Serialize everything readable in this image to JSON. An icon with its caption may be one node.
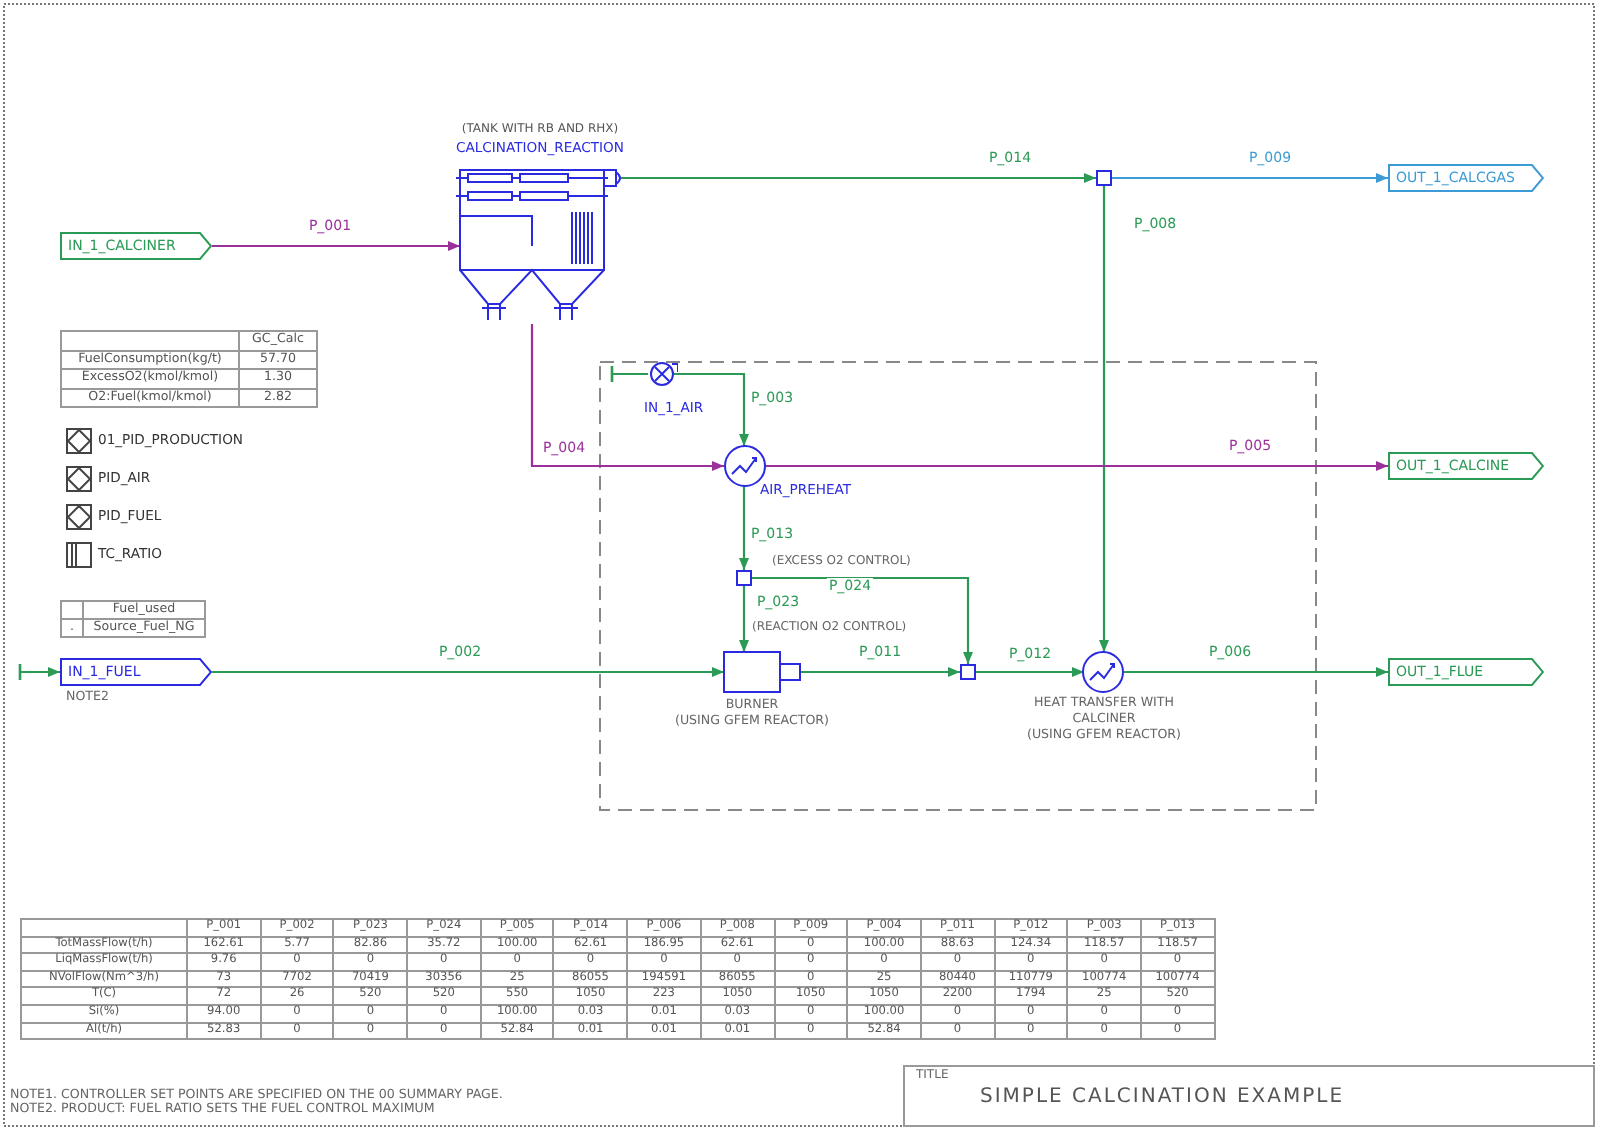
{
  "diagram": {
    "title": "SIMPLE CALCINATION EXAMPLE",
    "nodes": [
      {
        "text": [
          "IN_1_CALCINER"
        ]
      },
      {
        "text": [
          "(TANK WITH RB AND RHX)",
          "CALCINATION_REACTION"
        ]
      },
      {
        "text": [
          "IN_1_AIR"
        ]
      },
      {
        "text": [
          "AIR_PREHEAT"
        ]
      },
      {
        "text": [
          "OUT_1_CALCINE"
        ]
      },
      {
        "text": [
          "OUT_1_CALCGAS"
        ]
      },
      {
        "text": [],
        "shape": "box"
      },
      {
        "text": [
          "IN_1_FUEL"
        ],
        "beside": [
          "NOTE2"
        ]
      },
      {
        "text": [],
        "shape": "box"
      },
      {
        "text": [
          "BURNER",
          "(USING GFEM REACTOR)"
        ]
      },
      {
        "text": [],
        "shape": "box"
      },
      {
        "text": [
          "HEAT TRANSFER WITH CALCINER",
          "(USING GFEM REACTOR)"
        ]
      },
      {
        "text": [
          "OUT_1_FLUE"
        ]
      }
    ],
    "edges": [
      {
        "from": 0,
        "to": 1,
        "arrow": "to",
        "label": "P_001",
        "color": "#9b309b"
      },
      {
        "from": 1,
        "to": 6,
        "arrow": "to",
        "label": "P_014"
      },
      {
        "from": 6,
        "to": 5,
        "arrow": "to",
        "label": "P_009",
        "color": "#3c9bd6"
      },
      {
        "from": 6,
        "to": 11,
        "arrow": "to",
        "label": "P_008"
      },
      {
        "from": 1,
        "to": 3,
        "arrow": "to",
        "label": "P_004",
        "color": "#9b309b"
      },
      {
        "from": 3,
        "to": 4,
        "arrow": "to",
        "label": "P_005",
        "color": "#9b309b"
      },
      {
        "from": 2,
        "to": 3,
        "arrow": "to",
        "label": "P_003"
      },
      {
        "from": 3,
        "to": 8,
        "arrow": "to",
        "label": "P_013"
      },
      {
        "from": 8,
        "to": 10,
        "arrow": "to",
        "label": "P_024"
      },
      {
        "from": 8,
        "to": 9,
        "arrow": "to",
        "label": "P_023"
      },
      {
        "from": 7,
        "to": 9,
        "arrow": "to",
        "label": "P_002"
      },
      {
        "from": 9,
        "to": 10,
        "arrow": "to",
        "label": "P_011"
      },
      {
        "from": 10,
        "to": 11,
        "arrow": "to",
        "label": "P_012"
      },
      {
        "from": 11,
        "to": 12,
        "arrow": "to",
        "label": "P_006"
      },
      {
        "from": null,
        "to": 7,
        "arrow": "to"
      },
      {
        "from": null,
        "to": 2,
        "arrow": "other"
      }
    ],
    "labels": [
      "GC_Calc",
      "FuelConsumption(kg/t)",
      "57.70",
      "ExcessO2(kmol/kmol)",
      "1.30",
      "O2:Fuel(kmol/kmol)",
      "2.82",
      "01_PID_PRODUCTION",
      "PID_AIR",
      "PID_FUEL",
      "TC_RATIO",
      "Fuel_used",
      ".",
      "Source_Fuel_NG",
      "(EXCESS O2 CONTROL)",
      "(REACTION O2 CONTROL)",
      "P_001",
      "P_002",
      "P_023",
      "P_024",
      "P_005",
      "P_014",
      "P_006",
      "P_008",
      "P_009",
      "P_004",
      "P_011",
      "P_012",
      "P_003",
      "P_013",
      "TotMassFlow(t/h)",
      "162.61",
      "5.77",
      "82.86",
      "35.72",
      "100.00",
      "62.61",
      "186.95",
      "62.61",
      "0",
      "100.00",
      "88.63",
      "124.34",
      "118.57",
      "118.57",
      "LiqMassFlow(t/h)",
      "9.76",
      "0",
      "0",
      "0",
      "0",
      "0",
      "0",
      "0",
      "0",
      "0",
      "0",
      "0",
      "0",
      "0",
      "NVolFlow(Nm^3/h)",
      "73",
      "7702",
      "70419",
      "30356",
      "25",
      "86055",
      "194591",
      "86055",
      "0",
      "25",
      "80440",
      "110779",
      "100774",
      "100774",
      "T(C)",
      "72",
      "26",
      "520",
      "520",
      "550",
      "1050",
      "223",
      "1050",
      "1050",
      "1050",
      "2200",
      "1794",
      "25",
      "520",
      "Si(%)",
      "94.00",
      "0",
      "0",
      "0",
      "100.00",
      "0.03",
      "0.01",
      "0.03",
      "0",
      "100.00",
      "0",
      "0",
      "0",
      "0",
      "Al(t/h)",
      "52.83",
      "0",
      "0",
      "0",
      "52.84",
      "0.01",
      "0.01",
      "0.01",
      "0",
      "52.84",
      "0",
      "0",
      "0",
      "0",
      "NOTE1. CONTROLLER SET POINTS ARE SPECIFIED ON THE 00 SUMMARY PAGE.",
      "NOTE2. PRODUCT: FUEL RATIO SETS THE FUEL CONTROL MAXIMUM",
      "TITLE"
    ]
  }
}
